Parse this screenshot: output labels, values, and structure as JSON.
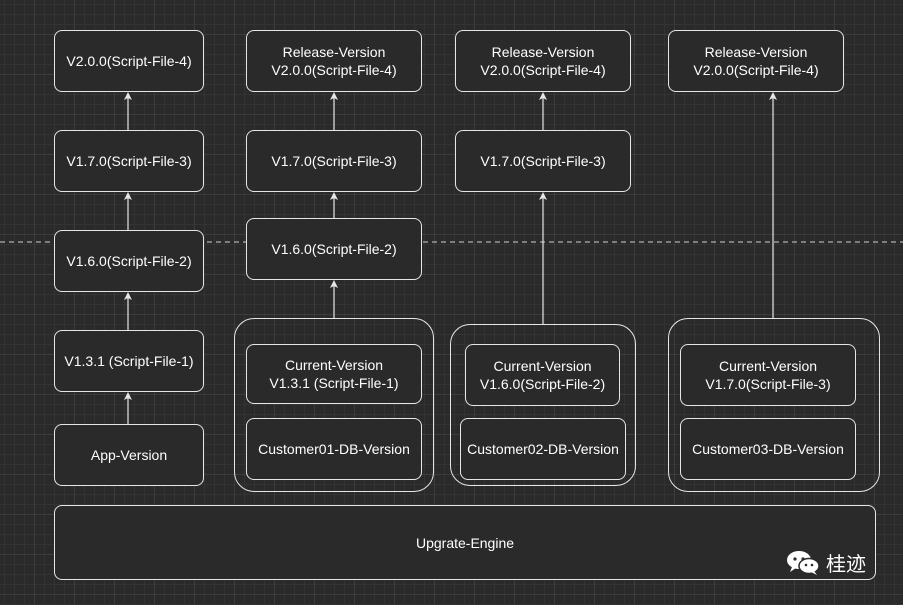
{
  "app_column": {
    "v200": "V2.0.0(Script-File-4)",
    "v170": "V1.7.0(Script-File-3)",
    "v160": "V1.6.0(Script-File-2)",
    "v131": "V1.3.1 (Script-File-1)",
    "app_version": "App-Version"
  },
  "customer01": {
    "release": "Release-Version\nV2.0.0(Script-File-4)",
    "v170": "V1.7.0(Script-File-3)",
    "v160": "V1.6.0(Script-File-2)",
    "current": "Current-Version\nV1.3.1 (Script-File-1)",
    "db": "Customer01-DB-Version"
  },
  "customer02": {
    "release": "Release-Version\nV2.0.0(Script-File-4)",
    "v170": "V1.7.0(Script-File-3)",
    "current": "Current-Version\nV1.6.0(Script-File-2)",
    "db": "Customer02-DB-Version"
  },
  "customer03": {
    "release": "Release-Version\nV2.0.0(Script-File-4)",
    "current": "Current-Version\nV1.7.0(Script-File-3)",
    "db": "Customer03-DB-Version"
  },
  "engine": "Upgrate-Engine",
  "watermark": {
    "text": "桂迹",
    "icon": "wechat-icon"
  },
  "colors": {
    "background": "#2a2a2a",
    "stroke": "#e6e6e6",
    "text": "#ffffff"
  }
}
